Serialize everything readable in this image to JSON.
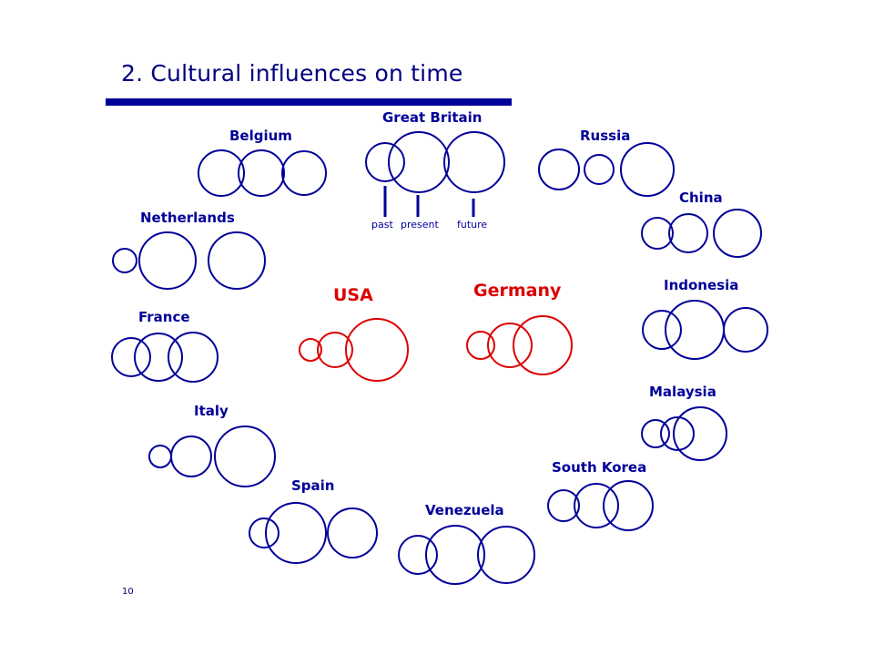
{
  "slide": {
    "title": "2. Cultural influences on time",
    "page_number": "10"
  },
  "colors": {
    "title": "#000080",
    "rule": "#000099",
    "highlight": "#dd0000"
  },
  "legend": {
    "past": "past",
    "present": "present",
    "future": "future"
  },
  "countries": [
    {
      "id": "belgium",
      "label": "Belgium",
      "highlight": false
    },
    {
      "id": "great-britain",
      "label": "Great Britain",
      "highlight": false
    },
    {
      "id": "russia",
      "label": "Russia",
      "highlight": false
    },
    {
      "id": "china",
      "label": "China",
      "highlight": false
    },
    {
      "id": "netherlands",
      "label": "Netherlands",
      "highlight": false
    },
    {
      "id": "usa",
      "label": "USA",
      "highlight": true
    },
    {
      "id": "germany",
      "label": "Germany",
      "highlight": true
    },
    {
      "id": "indonesia",
      "label": "Indonesia",
      "highlight": false
    },
    {
      "id": "france",
      "label": "France",
      "highlight": false
    },
    {
      "id": "malaysia",
      "label": "Malaysia",
      "highlight": false
    },
    {
      "id": "italy",
      "label": "Italy",
      "highlight": false
    },
    {
      "id": "south-korea",
      "label": "South Korea",
      "highlight": false
    },
    {
      "id": "spain",
      "label": "Spain",
      "highlight": false
    },
    {
      "id": "venezuela",
      "label": "Venezuela",
      "highlight": false
    }
  ]
}
